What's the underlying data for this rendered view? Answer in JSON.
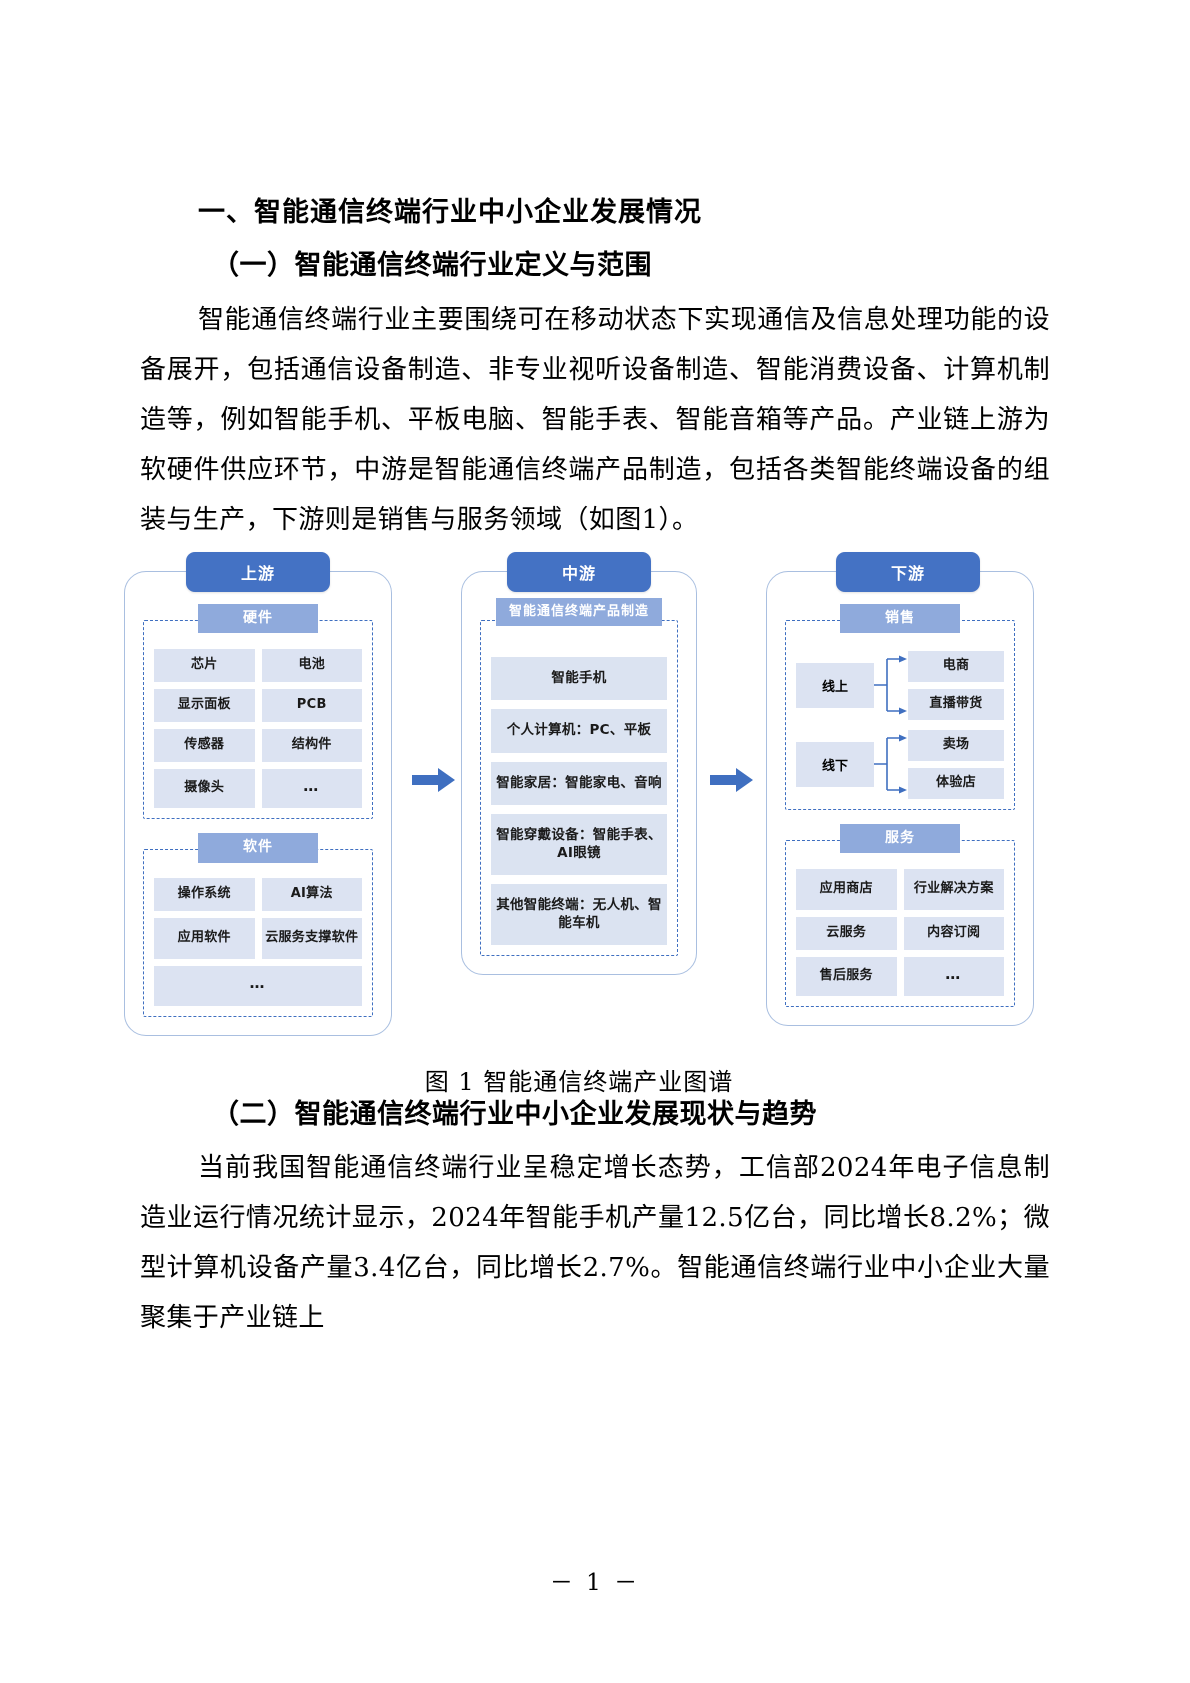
{
  "section": {
    "heading": "一、智能通信终端行业中小企业发展情况",
    "sub_heading_1": "（一）智能通信终端行业定义与范围",
    "paragraph_1": "智能通信终端行业主要围绕可在移动状态下实现通信及信息处理功能的设备展开，包括通信设备制造、非专业视听设备制造、智能消费设备、计算机制造等，例如智能手机、平板电脑、智能手表、智能音箱等产品。产业链上游为软硬件供应环节，中游是智能通信终端产品制造，包括各类智能终端设备的组装与生产，下游则是销售与服务领域（如图1）。",
    "sub_heading_2": "（二）智能通信终端行业中小企业发展现状与趋势",
    "paragraph_2": "当前我国智能通信终端行业呈稳定增长态势，工信部2024年电子信息制造业运行情况统计显示，2024年智能手机产量12.5亿台，同比增长8.2%；微型计算机设备产量3.4亿台，同比增长2.7%。智能通信终端行业中小企业大量聚集于产业链上"
  },
  "figure": {
    "caption": "图 1 智能通信终端产业图谱",
    "colors": {
      "pill": "#4472c4",
      "group_header": "#8faadc",
      "cell": "#dce3f2",
      "dash_border": "#3f6fc0",
      "outer_border": "#a9bfe0",
      "arrow": "#3f6fc0"
    },
    "stages": [
      {
        "id": "upstream",
        "label": "上游",
        "groups": [
          {
            "id": "hardware",
            "label": "硬件",
            "cells": [
              "芯片",
              "电池",
              "显示面板",
              "PCB",
              "传感器",
              "结构件",
              "摄像头",
              "…"
            ]
          },
          {
            "id": "software",
            "label": "软件",
            "cells": [
              "操作系统",
              "AI算法",
              "应用软件",
              "云服务支撑软件",
              "…"
            ]
          }
        ]
      },
      {
        "id": "midstream",
        "label": "中游",
        "groups": [
          {
            "id": "product-manufacturing",
            "label": "智能通信终端产品制造",
            "cells": [
              "智能手机",
              "个人计算机：PC、平板",
              "智能家居：智能家电、音响",
              "智能穿戴设备：智能手表、AI眼镜",
              "其他智能终端：无人机、智能车机"
            ]
          }
        ]
      },
      {
        "id": "downstream",
        "label": "下游",
        "groups": [
          {
            "id": "sales",
            "label": "销售",
            "branches": [
              {
                "source": "线上",
                "targets": [
                  "电商",
                  "直播带货"
                ]
              },
              {
                "source": "线下",
                "targets": [
                  "卖场",
                  "体验店"
                ]
              }
            ]
          },
          {
            "id": "service",
            "label": "服务",
            "cells": [
              "应用商店",
              "行业解决方案",
              "云服务",
              "内容订阅",
              "售后服务",
              "…"
            ]
          }
        ]
      }
    ]
  },
  "footer": {
    "page_number": "－ 1 －"
  }
}
